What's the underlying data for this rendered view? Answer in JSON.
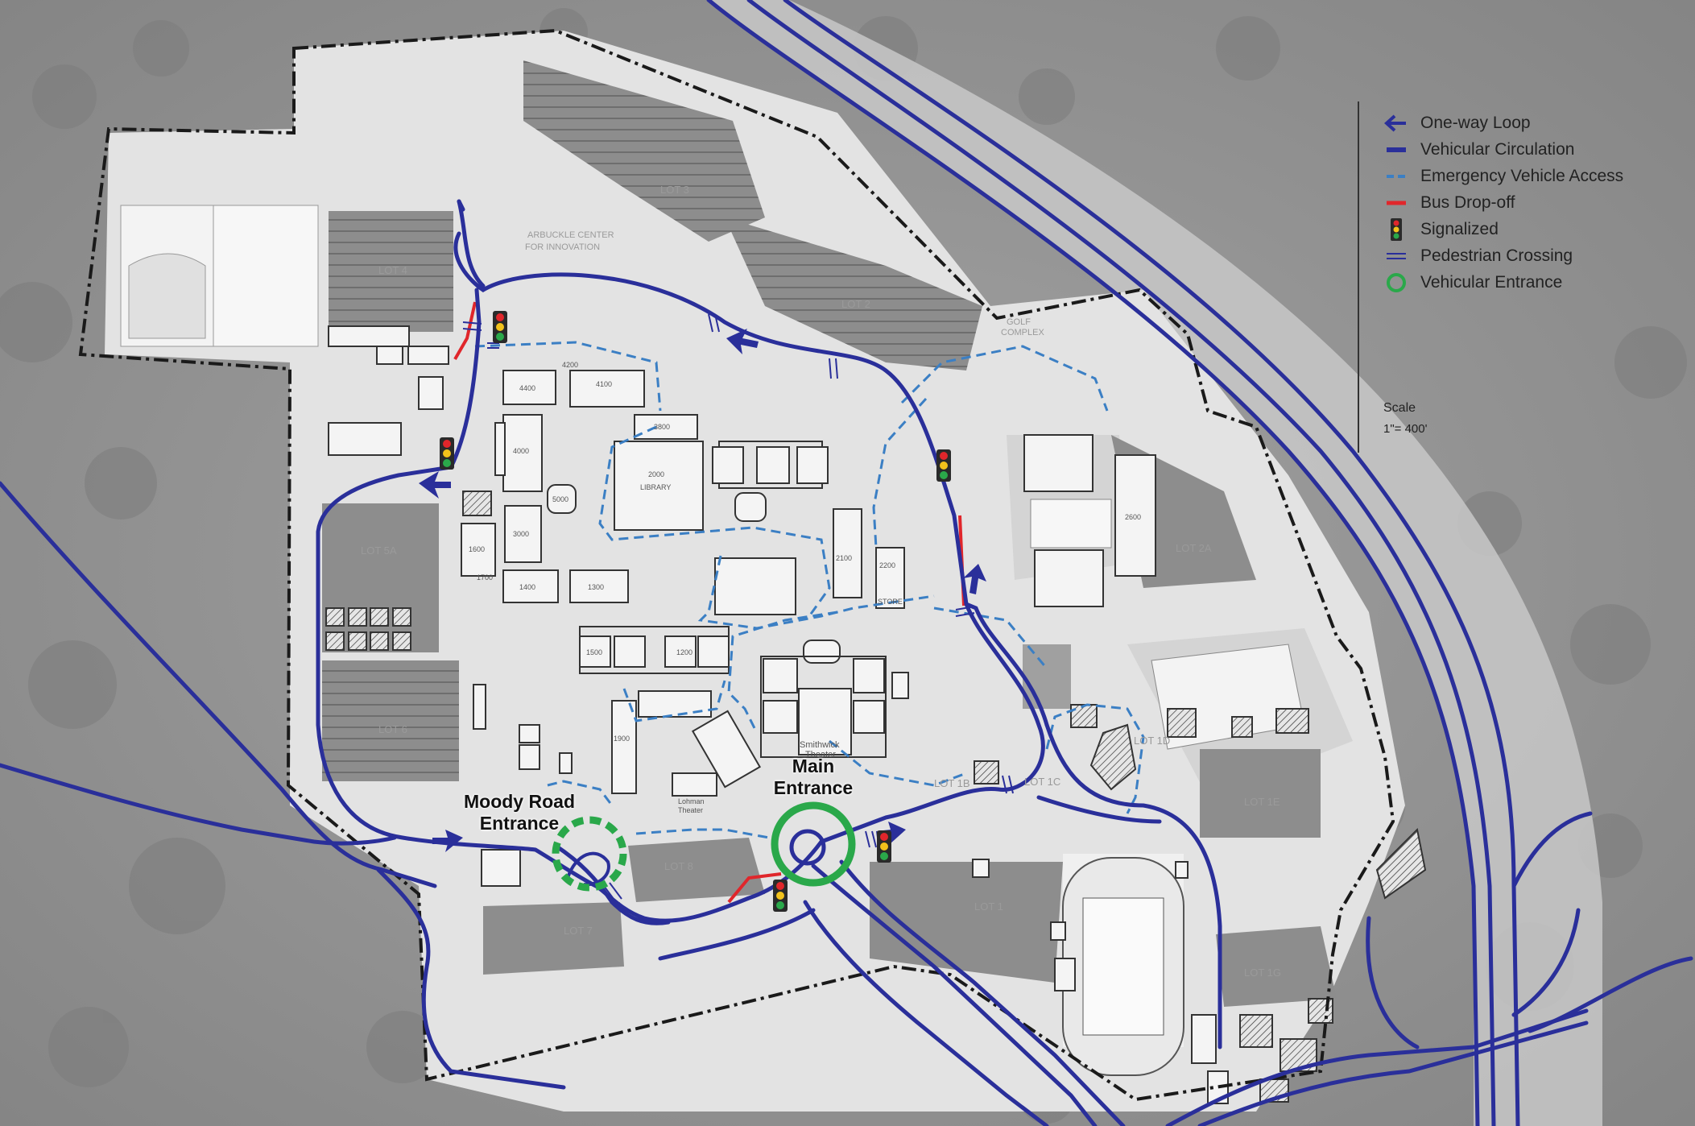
{
  "colors": {
    "vehicular": "#2a2f9a",
    "emergency": "#3b7fc4",
    "bus": "#e0262b",
    "entrance": "#2aa84a",
    "boundary": "#1a1a1a"
  },
  "legend": {
    "items": [
      {
        "icon": "arrow-left-icon",
        "label": "One-way Loop"
      },
      {
        "icon": "solid-line-icon",
        "label": "Vehicular Circulation"
      },
      {
        "icon": "dashed-line-icon",
        "label": "Emergency Vehicle Access"
      },
      {
        "icon": "red-line-icon",
        "label": "Bus Drop-off"
      },
      {
        "icon": "traffic-light-icon",
        "label": "Signalized"
      },
      {
        "icon": "double-line-icon",
        "label": "Pedestrian Crossing"
      },
      {
        "icon": "green-circle-icon",
        "label": "Vehicular Entrance"
      }
    ],
    "scale_title": "Scale",
    "scale_value": "1\"= 400'"
  },
  "entrances": {
    "moody_line1": "Moody Road",
    "moody_line2": "Entrance",
    "main_line1": "Main",
    "main_line2": "Entrance"
  },
  "lots": {
    "lot4": "LOT 4",
    "lot3": "LOT 3",
    "lot2": "LOT 2",
    "lot5a": "LOT 5A",
    "lot6": "LOT 6",
    "lot7": "LOT 7",
    "lot8": "LOT 8",
    "lot1": "LOT 1",
    "lot2a": "LOT 2A",
    "lot1b": "LOT 1B",
    "lot1c": "LOT 1C",
    "lot1e": "LOT 1E",
    "lot1g": "LOT 1G",
    "lot1d": "LOT 1D"
  },
  "places": {
    "arbuckle": "ARBUCKLE CENTER",
    "arbuckle2": "FOR INNOVATION",
    "golf": "GOLF",
    "golf2": "COMPLEX",
    "library": "LIBRARY",
    "smithwick": "Smithwick",
    "smithwick2": "Theater",
    "store": "STORE",
    "lohman": "Lohman",
    "lohman2": "Theater"
  },
  "buildings": {
    "b4400": "4400",
    "b4100": "4100",
    "b4200": "4200",
    "b4000": "4000",
    "b3800": "3800",
    "b2000": "2000",
    "b5000": "5000",
    "b3000": "3000",
    "b1600": "1600",
    "b1700": "1700",
    "b1400": "1400",
    "b1300": "1300",
    "b2100": "2100",
    "b2200": "2200",
    "b2600": "2600",
    "b1900": "1900",
    "b1500": "1500",
    "b1200": "1200"
  }
}
